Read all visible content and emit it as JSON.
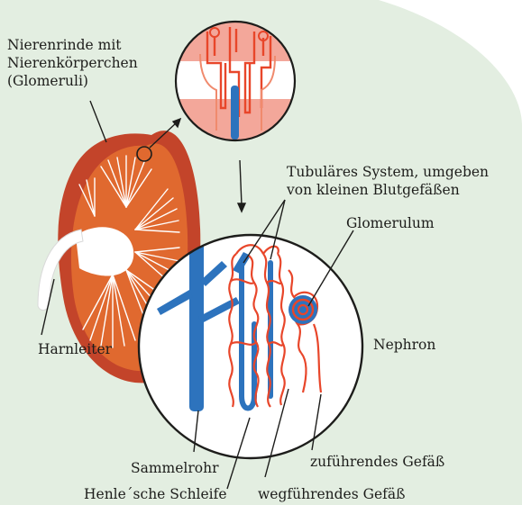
{
  "colors": {
    "background": "#e3eee1",
    "kidney_red": "#c3442a",
    "kidney_orange": "#e0692f",
    "ureter": "#ffffff",
    "vessel_red": "#e8462a",
    "collecting_blue": "#2d73bd",
    "cortex_pink": "#f3a79a",
    "label_text": "#1d1d1b"
  },
  "labels": {
    "cortex": [
      "Nierenrinde mit",
      "Nierenkörperchen",
      "(Glomeruli)"
    ],
    "tubular": [
      "Tubuläres System, umgeben",
      "von kleinen Blutgefäßen"
    ],
    "glomerulum": "Glomerulum",
    "harnleiter": "Harnleiter",
    "nephron": "Nephron",
    "sammelrohr": "Sammelrohr",
    "zufuehrend": "zuführendes Gefäß",
    "henle": "Henle´sche Schleife",
    "wegfuehrend": "wegführendes Gefäß"
  }
}
